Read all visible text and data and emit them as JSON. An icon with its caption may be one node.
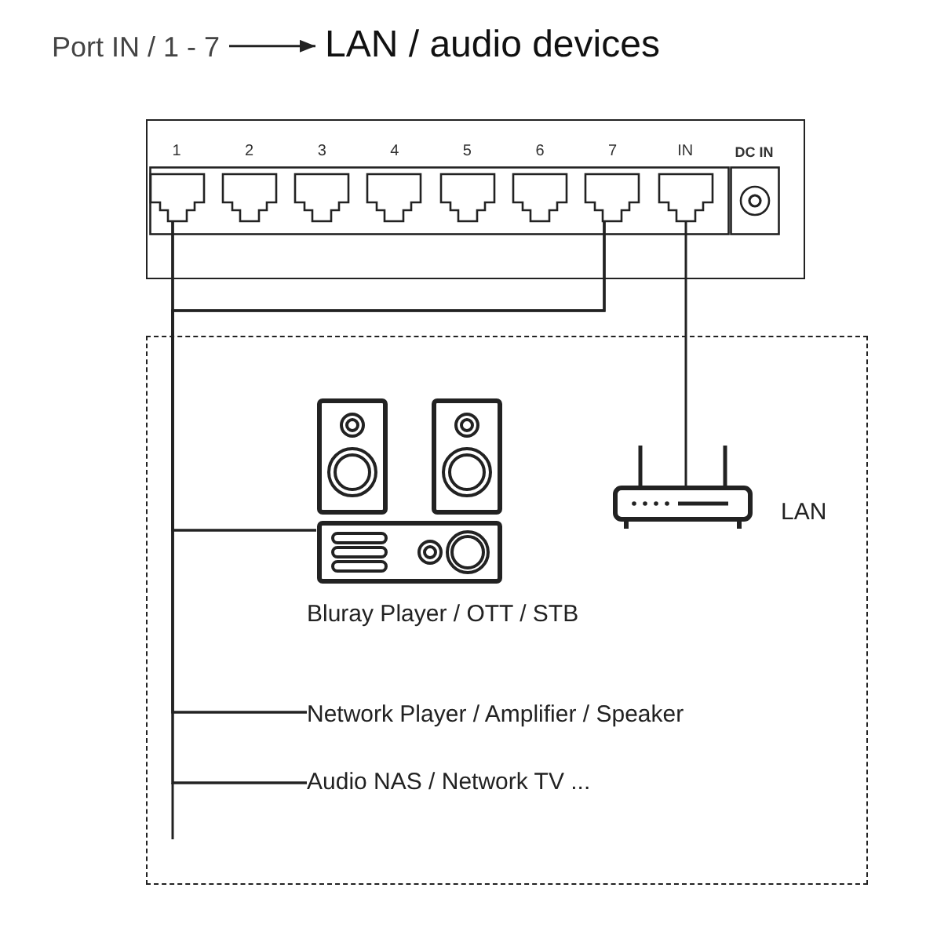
{
  "diagram": {
    "nodes": [
      {
        "text": [
          "Port IN / 1 - 7"
        ]
      },
      {
        "text": [
          "LAN / audio devices"
        ]
      },
      {
        "text": [],
        "shape": "box"
      },
      {
        "text": [
          "1"
        ],
        "in": 2
      },
      {
        "text": [
          "2"
        ],
        "in": 2
      },
      {
        "text": [
          "3"
        ],
        "in": 2
      },
      {
        "text": [
          "4"
        ],
        "in": 2
      },
      {
        "text": [
          "5"
        ],
        "in": 2
      },
      {
        "text": [
          "6"
        ],
        "in": 2
      },
      {
        "text": [
          "7"
        ],
        "in": 2
      },
      {
        "text": [
          "IN"
        ],
        "in": 2
      },
      {
        "text": [
          "DC IN"
        ],
        "in": 2
      },
      {
        "text": [],
        "shape": "box"
      },
      {
        "text": [],
        "shape": "picture",
        "beside": [
          "Bluray Player / OTT / STB"
        ],
        "in": 12
      },
      {
        "text": [],
        "shape": "picture",
        "beside": [
          "LAN"
        ],
        "in": 12
      },
      {
        "text": [
          "Network Player / Amplifier / Speaker"
        ],
        "in": 12
      },
      {
        "text": [
          "Audio NAS / Network TV ..."
        ],
        "in": 12
      }
    ],
    "edges": [
      {
        "from": 0,
        "to": 1,
        "arrow": "to"
      },
      {
        "from": 3,
        "to": 13,
        "arrow": "none"
      },
      {
        "from": 3,
        "to": 15,
        "arrow": "none"
      },
      {
        "from": 3,
        "to": 16,
        "arrow": "none"
      },
      {
        "from": 9,
        "to": 13,
        "arrow": "none"
      },
      {
        "from": 9,
        "to": 15,
        "arrow": "none"
      },
      {
        "from": 9,
        "to": 16,
        "arrow": "none"
      },
      {
        "from": 10,
        "to": 14,
        "arrow": "none"
      }
    ]
  }
}
